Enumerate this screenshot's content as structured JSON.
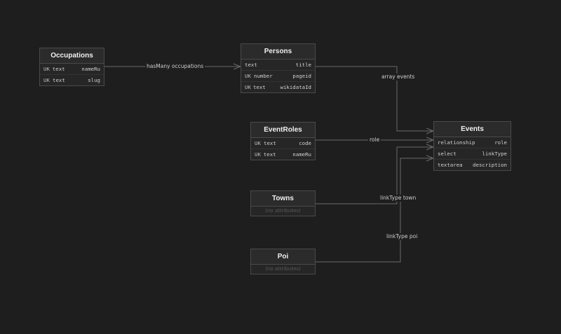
{
  "entities": {
    "occupations": {
      "title": "Occupations",
      "attributes": [
        {
          "key": "UK",
          "type": "text",
          "name": "nameRu"
        },
        {
          "key": "UK",
          "type": "text",
          "name": "slug"
        }
      ]
    },
    "persons": {
      "title": "Persons",
      "attributes": [
        {
          "key": "",
          "type": "text",
          "name": "title"
        },
        {
          "key": "UK",
          "type": "number",
          "name": "pageid"
        },
        {
          "key": "UK",
          "type": "text",
          "name": "wikidataId"
        }
      ]
    },
    "events": {
      "title": "Events",
      "attributes": [
        {
          "key": "",
          "type": "relationship",
          "name": "role"
        },
        {
          "key": "",
          "type": "select",
          "name": "linkType"
        },
        {
          "key": "",
          "type": "textarea",
          "name": "description"
        }
      ]
    },
    "eventroles": {
      "title": "EventRoles",
      "attributes": [
        {
          "key": "UK",
          "type": "text",
          "name": "code"
        },
        {
          "key": "UK",
          "type": "text",
          "name": "nameRu"
        }
      ]
    },
    "towns": {
      "title": "Towns",
      "empty_text": "(no attributes)"
    },
    "poi": {
      "title": "Poi",
      "empty_text": "(no attributes)"
    }
  },
  "relations": {
    "has_many_occupations": "hasMany occupations",
    "array_events": "array events",
    "role": "role",
    "linktype_town": "linkType town",
    "linktype_poi": "linkType poi"
  },
  "colors": {
    "background": "#1e1e1e",
    "entity_fill": "#262626",
    "entity_border": "#4a4a4a",
    "connector": "#6a6a6a"
  }
}
